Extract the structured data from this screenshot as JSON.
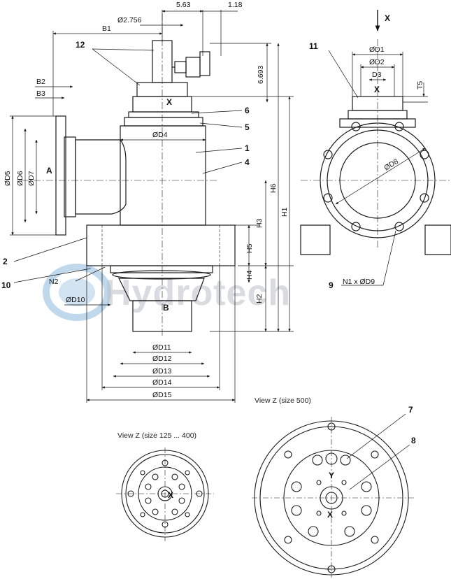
{
  "dimensions": {
    "top_5_63": "5.63",
    "top_1_18": "1.18",
    "d_2_756": "Ø2.756",
    "b1": "B1",
    "d_6_693": "6.693",
    "b2": "B2",
    "b3": "B3",
    "d5": "ØD5",
    "d6": "ØD6",
    "d7": "ØD7",
    "d4": "ØD4",
    "h1": "H1",
    "h2": "H2",
    "h3": "H3",
    "h4": "H4",
    "h5": "H5",
    "h6": "H6",
    "n2": "N2",
    "d10": "ØD10",
    "d11": "ØD11",
    "d12": "ØD12",
    "d13": "ØD13",
    "d14": "ØD14",
    "d15": "ØD15",
    "d1": "ØD1",
    "d2": "ØD2",
    "d3": "D3",
    "t5": "T5",
    "d8": "ØD8",
    "n1_d9": "N1 x ØD9"
  },
  "port_labels": {
    "a": "A",
    "b": "B",
    "x_side": "X",
    "x_view": "X",
    "x_arrow": "X",
    "x_small": "X",
    "x_large": "X",
    "y_large": "Y"
  },
  "callouts": [
    "12",
    "6",
    "5",
    "1",
    "4",
    "2",
    "10",
    "11",
    "9",
    "7",
    "8"
  ],
  "captions": {
    "view_small": "View Z  (size 125 ... 400)",
    "view_large": "View Z (size 500)"
  },
  "watermark": "Hydrotech",
  "colors": {
    "line": "#1a1a1a",
    "watermark": "#b9bec5",
    "logo_blue": "#4a90c8"
  }
}
